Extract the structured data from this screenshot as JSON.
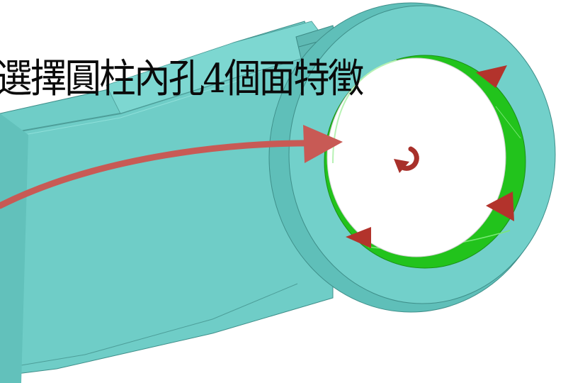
{
  "caption": {
    "text": "選擇圓柱內孔4個面特徵"
  },
  "model": {
    "part_color": "#6fcdc7",
    "part_edge_color": "#3f8f8a",
    "selected_face_color": "#22c31c",
    "bore_color": "#ffffff",
    "marker_color": "#b3332c",
    "callout_arrow_color": "#c85a55"
  },
  "markers": {
    "count": 4,
    "names": [
      "direction-marker-top-right",
      "direction-marker-right",
      "direction-marker-bottom-left",
      "rotate-marker-center"
    ]
  }
}
